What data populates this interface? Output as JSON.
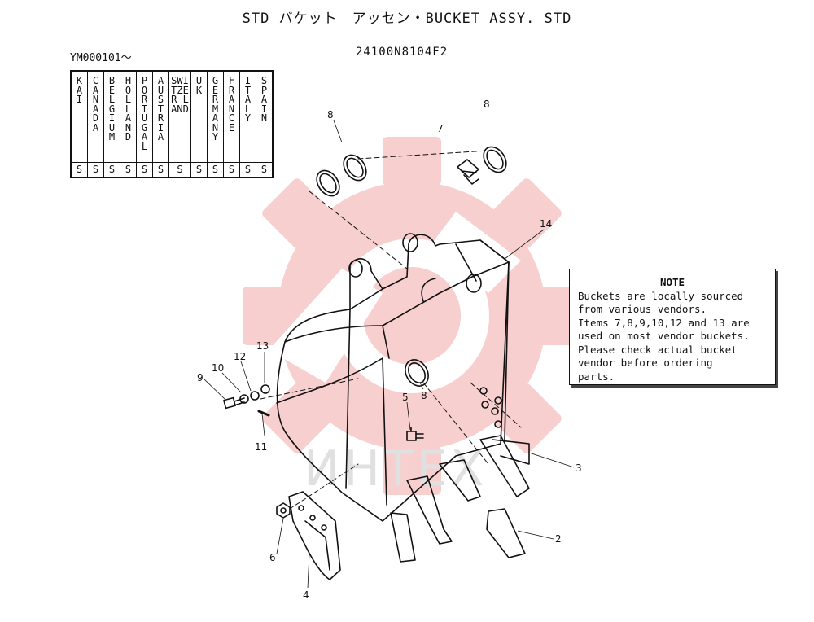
{
  "header": {
    "title": "STD バケット　アッセン・BUCKET ASSY. STD",
    "serial_from": "YM000101～",
    "part_number": "24100N8104F2"
  },
  "country_table": {
    "columns": [
      "KAI",
      "CANADA",
      "BELGIUM",
      "HOLLAND",
      "PORTUGAL",
      "AUSTRIA",
      "SWITZER LAND",
      "UK",
      "GERMANY",
      "FRANCE",
      "ITALY",
      "SPAIN"
    ],
    "values": [
      "S",
      "S",
      "S",
      "S",
      "S",
      "S",
      "S",
      "S",
      "S",
      "S",
      "S",
      "S"
    ]
  },
  "note": {
    "title": "NOTE",
    "body": "Buckets are locally sourced\nfrom various vendors.\nItems 7,8,9,10,12 and 13 are\nused on most vendor buckets.\nPlease check actual bucket\nvendor before ordering\nparts."
  },
  "callouts": {
    "c8a": "8",
    "c8b": "8",
    "c7": "7",
    "c14": "14",
    "c13": "13",
    "c12": "12",
    "c10": "10",
    "c9": "9",
    "c5": "5",
    "c8c": "8",
    "c11": "11",
    "c3": "3",
    "c6": "6",
    "c2": "2",
    "c4": "4"
  },
  "watermark": {
    "text": "ИНТЕХ",
    "color": "#f2b8b8"
  }
}
